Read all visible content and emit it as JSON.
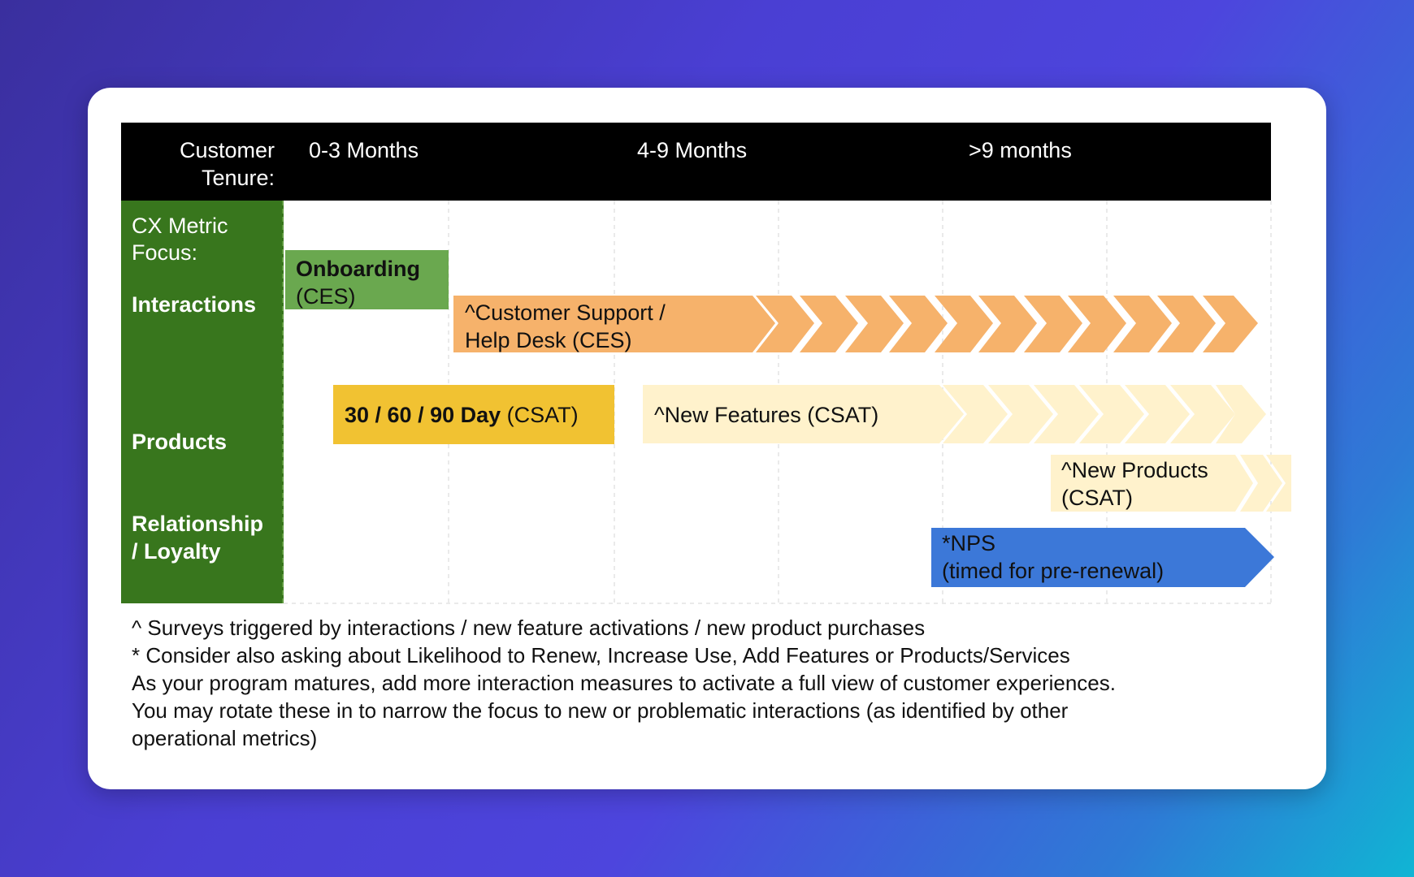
{
  "header": {
    "tenure_label_1": "Customer",
    "tenure_label_2": "Tenure:",
    "period_1": "0-3 Months",
    "period_2": "4-9 Months",
    "period_3": ">9 months"
  },
  "sidebar": {
    "focus_label_1": "CX Metric",
    "focus_label_2": "Focus:",
    "row_interactions": "Interactions",
    "row_products": "Products",
    "row_relationship_1": "Relationship",
    "row_relationship_2": "/ Loyalty"
  },
  "items": {
    "onboarding_bold": "Onboarding",
    "onboarding_metric": "(CES)",
    "support_line1": "^Customer Support /",
    "support_line2": "Help Desk (CES)",
    "day_bold": "30 / 60 / 90 Day",
    "day_metric": "(CSAT)",
    "new_features": "^New Features (CSAT)",
    "new_products_line1": "^New Products",
    "new_products_line2": "(CSAT)",
    "nps_line1": "*NPS",
    "nps_line2": "(timed for pre-renewal)"
  },
  "footnotes": {
    "line1": "^ Surveys triggered by interactions / new feature activations / new product purchases",
    "line2": "* Consider also asking about Likelihood to Renew, Increase Use, Add Features or Products/Services",
    "line3": "As your program matures, add more interaction measures to activate a full view of customer experiences.",
    "line4": "You may rotate these in to narrow the focus to new or problematic interactions (as identified by other",
    "line5": "operational metrics)"
  },
  "colors": {
    "header_bg": "#000000",
    "sidebar_green": "#38761d",
    "onboarding_green": "#6aa84f",
    "support_orange": "#f6b26b",
    "day_yellow": "#f1c232",
    "light_cream": "#fff2cc",
    "nps_blue": "#3c78d8"
  }
}
